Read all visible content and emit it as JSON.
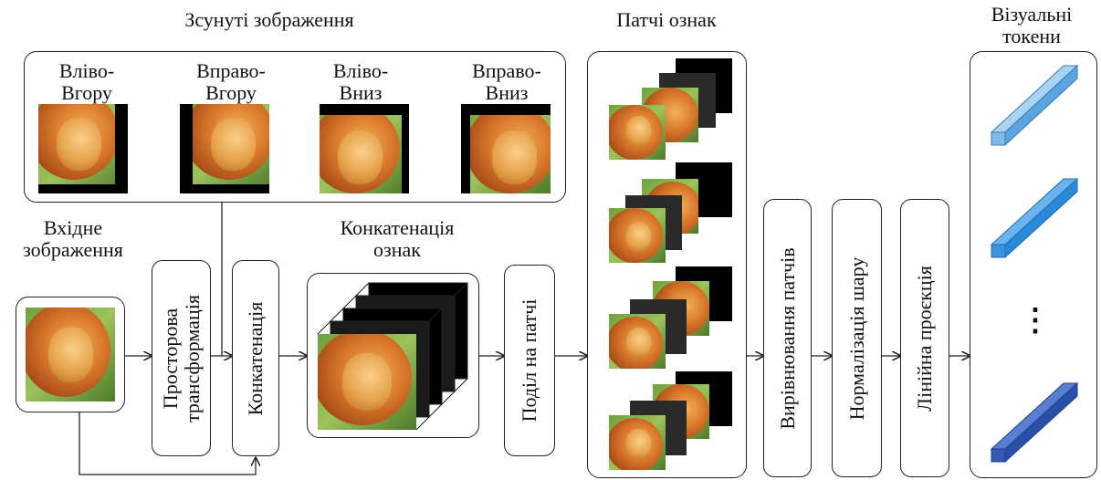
{
  "title_shifted": "Зсунуті зображення",
  "shift_labels": [
    {
      "line1": "Вліво-",
      "line2": "Вгору"
    },
    {
      "line1": "Вправо-",
      "line2": "Вгору"
    },
    {
      "line1": "Вліво-",
      "line2": "Вниз"
    },
    {
      "line1": "Вправо-",
      "line2": "Вниз"
    }
  ],
  "input_label": {
    "line1": "Вхідне",
    "line2": "зображення"
  },
  "spatial_transform": {
    "line1": "Просторова",
    "line2": "трансформація"
  },
  "concat": "Конкатенація",
  "concat_features_label": {
    "line1": "Конкатенація",
    "line2": "ознак"
  },
  "split_patches": "Поділ на патчі",
  "feature_patches_label": "Патчі ознак",
  "flatten": "Вирівнювання патчів",
  "layer_norm": "Нормалізація шару",
  "linear_proj": "Лінійна проєкція",
  "visual_tokens_label": {
    "line1": "Візуальні",
    "line2": "токени"
  },
  "ellipsis": "⋮",
  "colors": {
    "lion_dark": "#a84a18",
    "lion_light": "#f4b25a",
    "grass": "#6ea23e",
    "token_light": "#7fbbe6",
    "token_mid": "#2a8ad8",
    "token_dark": "#2a4fa8"
  }
}
